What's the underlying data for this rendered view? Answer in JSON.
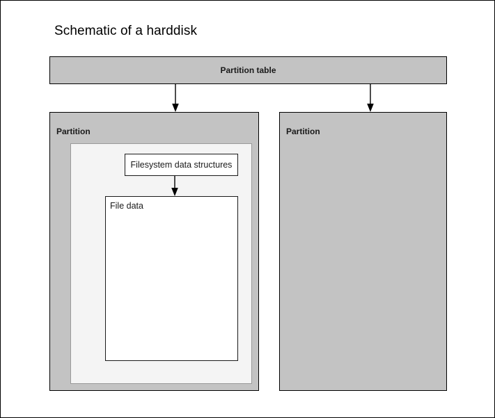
{
  "page": {
    "title": "Schematic of a harddisk",
    "background": "#ffffff",
    "border_color": "#000000"
  },
  "colors": {
    "partition_fill": "#c3c3c3",
    "filesystem_container_fill": "#f4f4f4",
    "box_fill": "#ffffff",
    "stroke": "#000000",
    "light_stroke": "#999999",
    "text": "#1a1a1a"
  },
  "diagram": {
    "partition_table": {
      "label": "Partition table"
    },
    "partitions": [
      {
        "label": "Partition",
        "filesystem": {
          "structures_label": "Filesystem data structures",
          "file_data_label": "File data"
        }
      },
      {
        "label": "Partition",
        "filesystem": null
      }
    ],
    "arrows": [
      {
        "name": "partition-table-to-partition-1"
      },
      {
        "name": "partition-table-to-partition-2"
      },
      {
        "name": "filesystem-structures-to-file-data"
      }
    ]
  }
}
